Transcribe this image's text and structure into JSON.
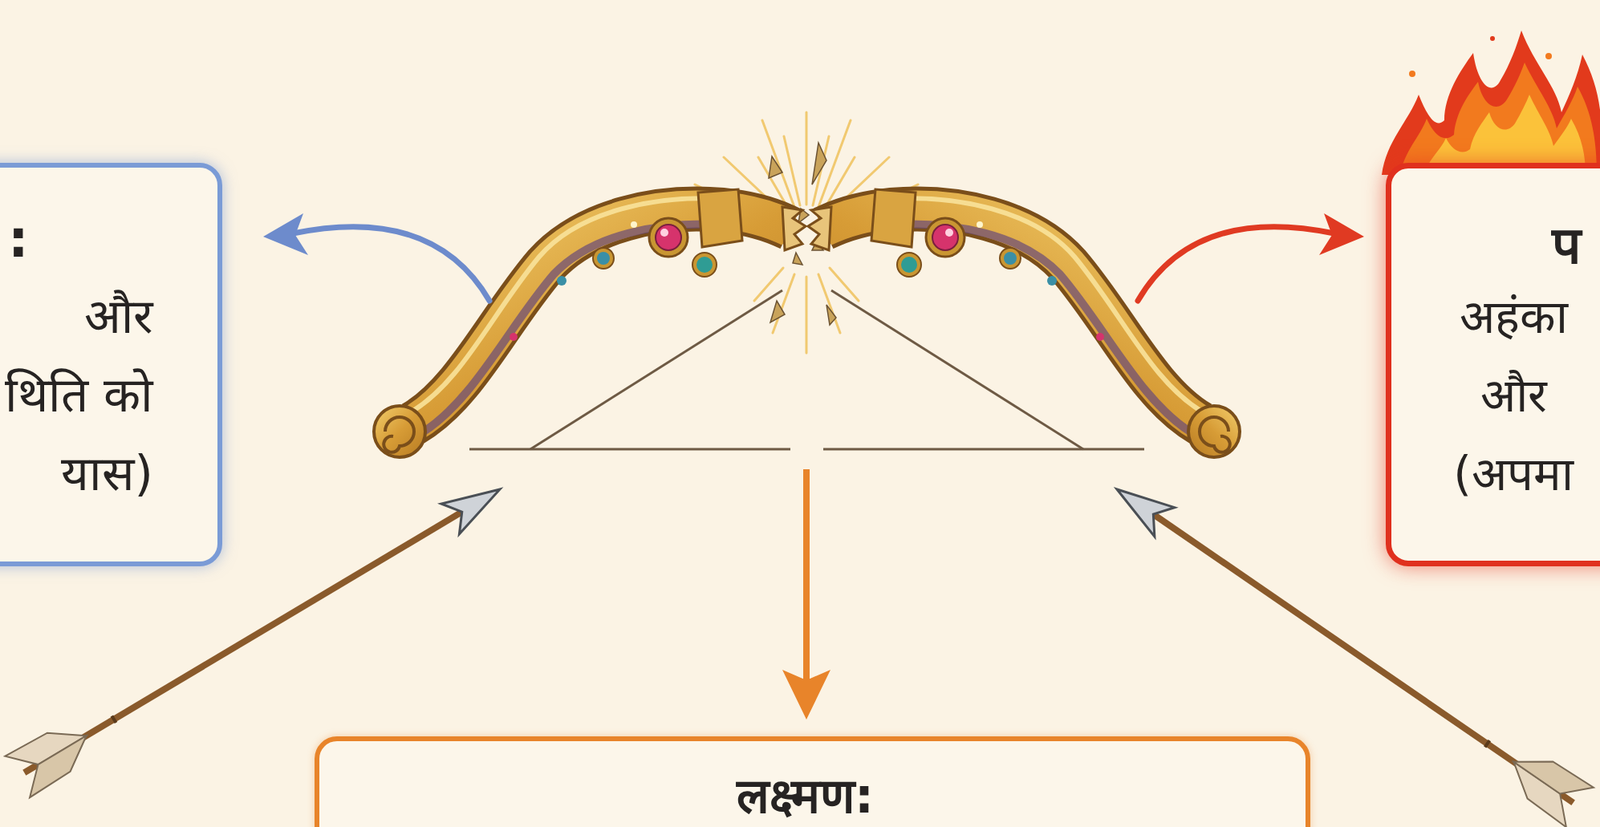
{
  "diagram": {
    "nodes": [
      {
        "text": [
          ":",
          "और थिति को यास)"
        ]
      },
      {
        "text": [
          "प",
          "अहंका और (अपमा"
        ]
      },
      {
        "text": [
          "लक्ष्मण:"
        ]
      }
    ]
  }
}
